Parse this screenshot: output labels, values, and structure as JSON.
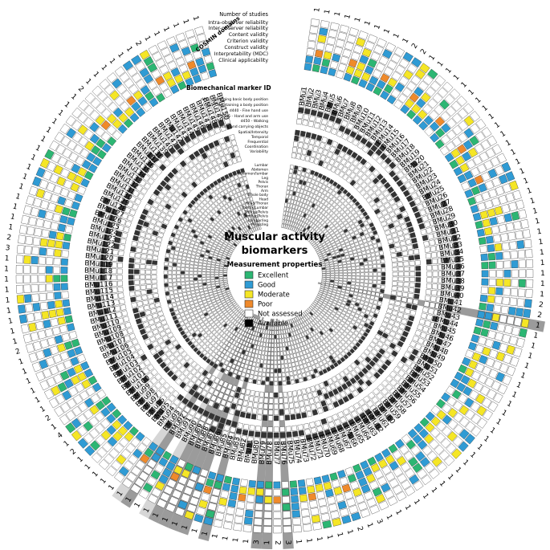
{
  "center": {
    "title_line1": "Muscular activity",
    "title_line2": "biomarkers",
    "legend_title": "Measurement properties"
  },
  "legend": [
    {
      "label": "Excellent",
      "color": "#2cb673"
    },
    {
      "label": "Good",
      "color": "#2f9bd4"
    },
    {
      "label": "Moderate",
      "color": "#f5e625"
    },
    {
      "label": "Poor",
      "color": "#ef8a2b"
    },
    {
      "label": "Not assessed",
      "color": "#ffffff"
    },
    {
      "label": "Available",
      "color": "#000000"
    }
  ],
  "section_titles": {
    "cosmin": "COSMIN domains",
    "marker": "Biomechanical marker ID"
  },
  "cosmin_labels": [
    "Number of studies",
    "Intra-observer reliability",
    "Inter-observer reliability",
    "Content validity",
    "Criterion validity",
    "Construct validity",
    "Interpretability (MDC)",
    "Clinical applicability"
  ],
  "icf_labels": [
    "d410 - Changing basic body position",
    "d415 - Maintaining a body position",
    "d440 - Fine hand use",
    "d445 - Hand and arm use",
    "d450 - Walking",
    "d430 - Lifting and carrying objects"
  ],
  "feature_labels": [
    "Spatial/Intensity",
    "Temporal",
    "Frequential",
    "Coordination",
    "Variability"
  ],
  "body_labels": [
    "Lumbar",
    "Abdomen",
    "Abdomen/lumbar",
    "Leg",
    "Pelvis",
    "Thorax",
    "Arm",
    "Whole body",
    "Head",
    "Head/Thorax",
    "Thorax/Lumbar",
    "Thorax/Pelvis",
    "Lumbar/Pelvis",
    "Lumbar/leg",
    "Pelvis/leg"
  ],
  "marker_count": 150,
  "marker_prefix": "BMu",
  "study_counts": [
    1,
    1,
    1,
    1,
    1,
    1,
    1,
    1,
    1,
    1,
    2,
    2,
    1,
    1,
    1,
    1,
    1,
    1,
    1,
    1,
    1,
    1,
    1,
    1,
    1,
    1,
    1,
    1,
    1,
    1,
    1,
    1,
    1,
    1,
    1,
    1,
    1,
    1,
    1,
    2,
    2,
    1,
    1,
    1,
    1,
    1,
    1,
    1,
    1,
    1,
    1,
    1,
    1,
    1,
    1,
    1,
    1,
    1,
    1,
    1,
    1,
    1,
    1,
    1,
    1,
    1,
    3,
    1,
    2,
    1,
    1,
    1,
    1,
    1,
    1,
    3,
    2,
    1,
    3,
    1,
    1,
    1,
    1,
    1,
    1,
    1,
    1,
    1,
    1,
    1,
    1,
    1,
    1,
    1,
    1,
    1,
    1,
    1,
    2,
    1,
    4,
    1,
    2,
    1,
    1,
    1,
    1,
    1,
    1,
    2,
    1,
    1,
    1,
    1,
    1,
    1,
    1,
    1,
    1,
    3,
    2,
    1,
    1,
    1,
    1,
    1,
    1,
    1,
    1,
    1,
    1,
    1,
    1,
    1,
    1,
    1,
    2,
    1,
    1,
    1,
    1,
    1,
    1,
    2,
    1,
    1,
    1,
    1,
    1,
    1
  ],
  "highlighted_markers": [
    42,
    76,
    78,
    79,
    84,
    86,
    87,
    88,
    89,
    90,
    92,
    93
  ],
  "colors": {
    "excellent": "#2cb673",
    "good": "#2f9bd4",
    "moderate": "#f5e625",
    "poor": "#ef8a2b",
    "not_assessed": "#ffffff",
    "available": "#333333",
    "empty": "#ffffff",
    "highlight": "#7a7a7a",
    "highlight_light": "#c8c8c8"
  }
}
